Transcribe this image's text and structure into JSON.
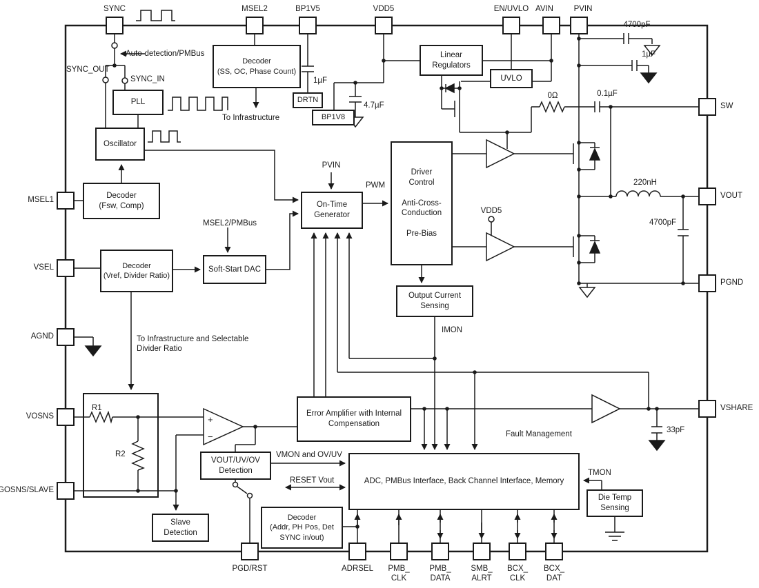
{
  "pins": {
    "top": [
      {
        "id": "sync",
        "label": "SYNC"
      },
      {
        "id": "msel2",
        "label": "MSEL2"
      },
      {
        "id": "bp1v5",
        "label": "BP1V5"
      },
      {
        "id": "vdd5",
        "label": "VDD5"
      },
      {
        "id": "en-uvlo",
        "label": "EN/UVLO"
      },
      {
        "id": "avin",
        "label": "AVIN"
      },
      {
        "id": "pvin",
        "label": "PVIN"
      }
    ],
    "left": [
      {
        "id": "msel1",
        "label": "MSEL1"
      },
      {
        "id": "vsel",
        "label": "VSEL"
      },
      {
        "id": "agnd",
        "label": "AGND"
      },
      {
        "id": "vosns",
        "label": "VOSNS"
      },
      {
        "id": "gosns",
        "label": "GOSNS/SLAVE"
      }
    ],
    "right": [
      {
        "id": "sw",
        "label": "SW"
      },
      {
        "id": "vout",
        "label": "VOUT"
      },
      {
        "id": "pgnd",
        "label": "PGND"
      },
      {
        "id": "vshare",
        "label": "VSHARE"
      }
    ],
    "bottom": [
      {
        "id": "pgd-rst",
        "label": [
          "PGD/RST"
        ]
      },
      {
        "id": "adrsel",
        "label": [
          "ADRSEL"
        ]
      },
      {
        "id": "pmb-clk",
        "label": [
          "PMB_",
          "CLK"
        ]
      },
      {
        "id": "pmb-data",
        "label": [
          "PMB_",
          "DATA"
        ]
      },
      {
        "id": "smb-alrt",
        "label": [
          "SMB_",
          "ALRT"
        ]
      },
      {
        "id": "bcx-clk",
        "label": [
          "BCX_",
          "CLK"
        ]
      },
      {
        "id": "bcx-dat",
        "label": [
          "BCX_",
          "DAT"
        ]
      }
    ]
  },
  "blocks": {
    "pll": {
      "lines": [
        "PLL"
      ]
    },
    "oscillator": {
      "lines": [
        "Oscillator"
      ]
    },
    "decoder_fsw": {
      "lines": [
        "Decoder",
        "(Fsw, Comp)"
      ]
    },
    "decoder_ss": {
      "lines": [
        "Decoder",
        "(SS, OC, Phase Count)"
      ]
    },
    "drtn": {
      "lines": [
        "DRTN"
      ]
    },
    "bp1v8": {
      "lines": [
        "BP1V8"
      ]
    },
    "linear_regulators": {
      "lines": [
        "Linear",
        "Regulators"
      ]
    },
    "uvlo": {
      "lines": [
        "UVLO"
      ]
    },
    "on_time": {
      "lines": [
        "On-Time",
        "Generator"
      ]
    },
    "driver": {
      "lines": [
        "Driver",
        "Control",
        "",
        "Anti-Cross-",
        "Conduction",
        "",
        "Pre-Bias"
      ]
    },
    "soft_start": {
      "lines": [
        "Soft-Start DAC"
      ]
    },
    "decoder_vref": {
      "lines": [
        "Decoder",
        "(Vref, Divider Ratio)"
      ]
    },
    "ocs": {
      "lines": [
        "Output Current",
        "Sensing"
      ]
    },
    "error_amp": {
      "lines": [
        "Error Amplifier with Internal",
        "Compensation"
      ]
    },
    "vuv": {
      "lines": [
        "VOUT/UV/OV",
        "Detection"
      ]
    },
    "adc": {
      "lines": [
        "ADC, PMBus Interface, Back Channel Interface, Memory"
      ]
    },
    "die_temp": {
      "lines": [
        "Die Temp",
        "Sensing"
      ]
    },
    "slave": {
      "lines": [
        "Slave",
        "Detection"
      ]
    },
    "decoder_addr": {
      "lines": [
        "Decoder",
        "(Addr, PH Pos, Det",
        "SYNC in/out)"
      ]
    }
  },
  "labels": {
    "auto_detect": "Auto-detection/PMBus",
    "sync_out": "SYNC_OUT",
    "sync_in": "SYNC_IN",
    "to_infrastructure": "To Infrastructure",
    "msel2_pmbus": "MSEL2/PMBus",
    "pvin_inner": "PVIN",
    "pwm": "PWM",
    "vdd5_inner": "VDD5",
    "imon": "IMON",
    "divider_note": [
      "To Infrastructure and Selectable",
      "Divider Ratio"
    ],
    "fault_management": "Fault Management",
    "vmon": "VMON and OV/UV",
    "reset_vout": "RESET Vout",
    "tmon": "TMON",
    "r1": "R1",
    "r2": "R2"
  },
  "values": {
    "c_in": "4700pF",
    "c_avin": "1µF",
    "r_zero": "0Ω",
    "c_boot": "0.1µF",
    "c_bp1v5": "1µF",
    "c_vdd5": "4.7µF",
    "l_out": "220nH",
    "c_out": "4700pF",
    "c_vshare": "33pF"
  },
  "opamp": {
    "plus": "+",
    "minus": "−"
  }
}
